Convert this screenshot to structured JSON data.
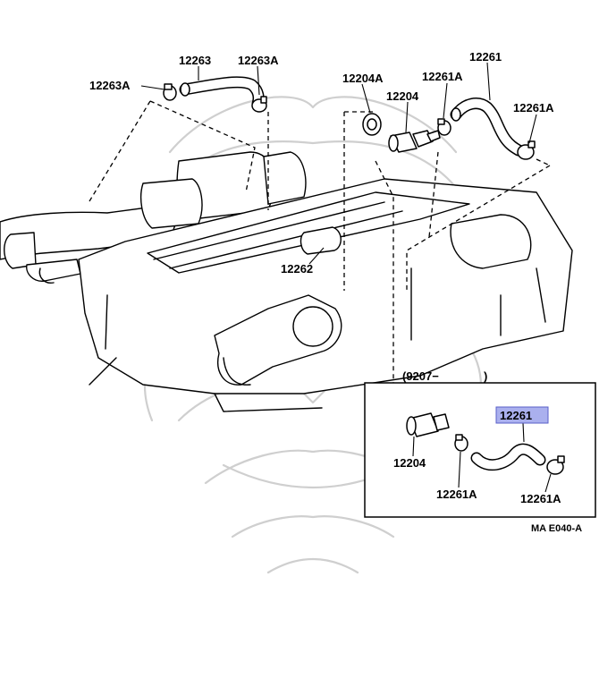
{
  "labels": {
    "p12263": "12263",
    "p12263A_right": "12263A",
    "p12263A_left": "12263A",
    "p12204A": "12204A",
    "p12204_top": "12204",
    "p12261A_top": "12261A",
    "p12261_top": "12261",
    "p12261A_right": "12261A",
    "p12262": "12262",
    "inset_date": "(9207−",
    "inset_paren": ")",
    "p12261_highlight": "12261",
    "p12204_inset": "12204",
    "p12261A_inset_left": "12261A",
    "p12261A_inset_right": "12261A",
    "figure_code": "MA E040-A"
  },
  "colors": {
    "highlight_fill": "#aab0ee",
    "highlight_border": "#5a5fc8",
    "watermark": "#cfcfcf"
  }
}
